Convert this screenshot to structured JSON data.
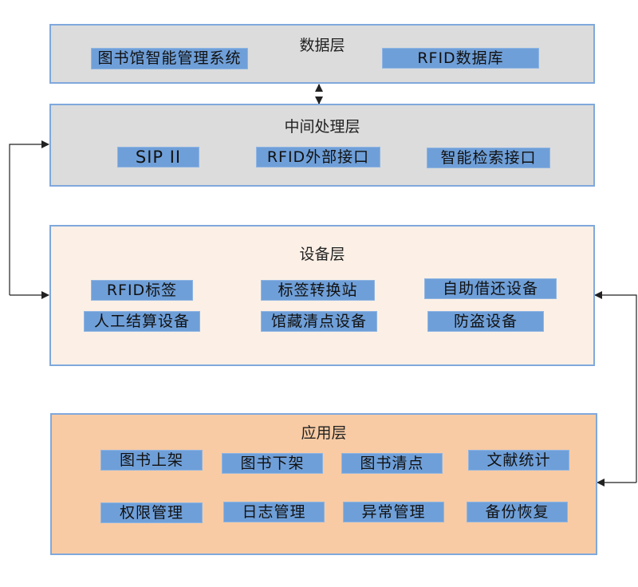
{
  "layers": {
    "data": {
      "title": "数据层",
      "items": [
        "图书馆智能管理系统",
        "RFID数据库"
      ]
    },
    "middle": {
      "title": "中间处理层",
      "items": [
        "SIP II",
        "RFID外部接口",
        "智能检索接口"
      ]
    },
    "device": {
      "title": "设备层",
      "items": [
        "RFID标签",
        "标签转换站",
        "自助借还设备",
        "人工结算设备",
        "馆藏清点设备",
        "防盗设备"
      ]
    },
    "app": {
      "title": "应用层",
      "items": [
        "图书上架",
        "图书下架",
        "图书清点",
        "文献统计",
        "权限管理",
        "日志管理",
        "异常管理",
        "备份恢复"
      ]
    }
  },
  "colors": {
    "data_fill": "#dcdcdc",
    "middle_fill": "#dcdcdc",
    "device_fill": "#fcf0e6",
    "app_fill": "#f8cba4",
    "item_fill": "#6f9fd8",
    "border": "#7fa8dc"
  }
}
